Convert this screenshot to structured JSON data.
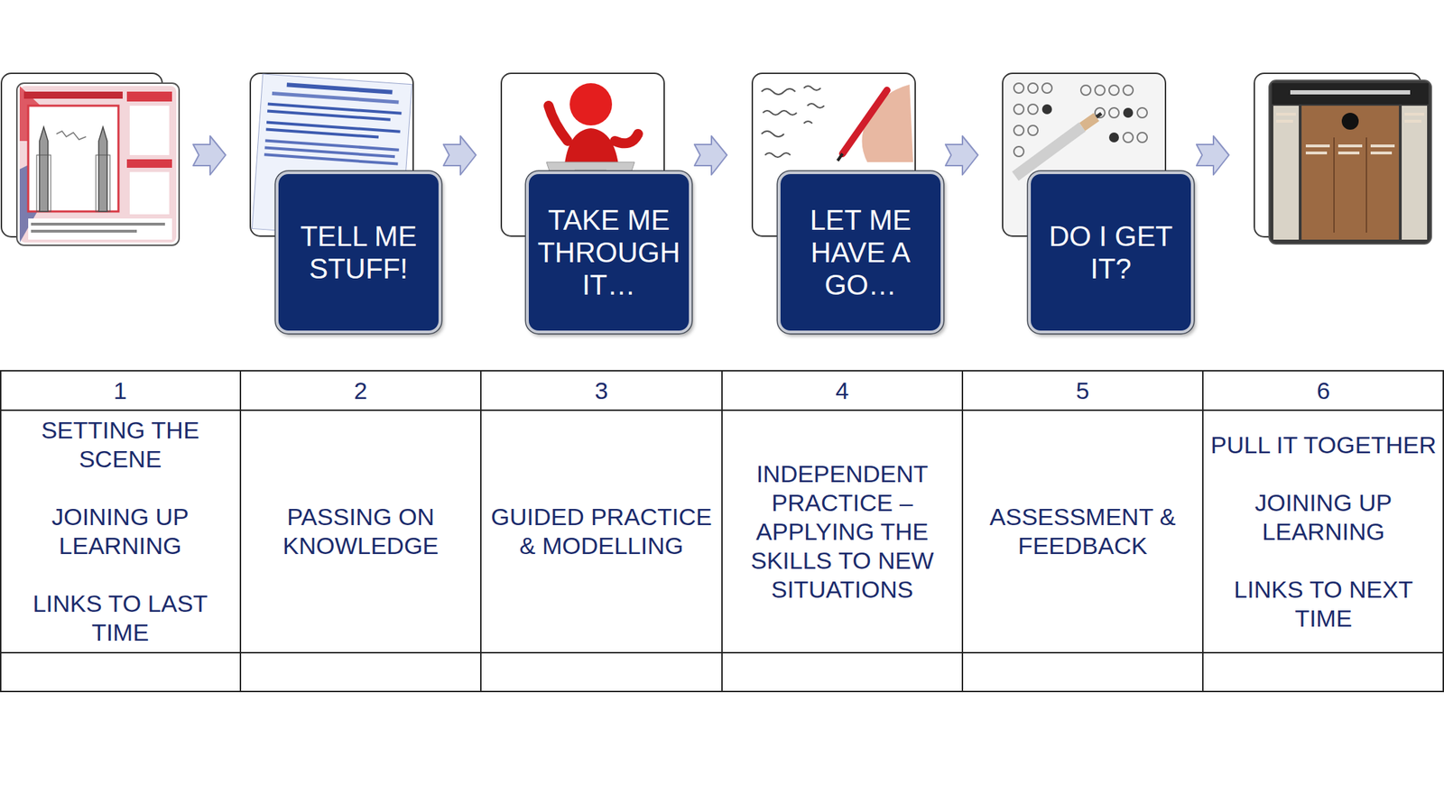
{
  "diagram": {
    "nodes": [
      {
        "text": [
          "TELL ME STUFF!"
        ]
      },
      {
        "text": [
          "TAKE ME THROUGH IT…"
        ]
      },
      {
        "text": [
          "LET ME HAVE A GO…"
        ]
      },
      {
        "text": [
          "DO I GET IT?"
        ]
      }
    ],
    "labels": [
      "1",
      "2",
      "3",
      "4",
      "5",
      "6",
      "SETTING THE SCENE",
      "JOINING UP LEARNING",
      "LINKS TO LAST TIME",
      "PASSING ON KNOWLEDGE",
      "GUIDED PRACTICE & MODELLING",
      "INDEPENDENT PRACTICE – APPLYING THE SKILLS TO NEW SITUATIONS",
      "ASSESSMENT & FEEDBACK",
      "PULL IT TOGETHER",
      "JOINING UP LEARNING",
      "LINKS TO NEXT TIME"
    ]
  }
}
